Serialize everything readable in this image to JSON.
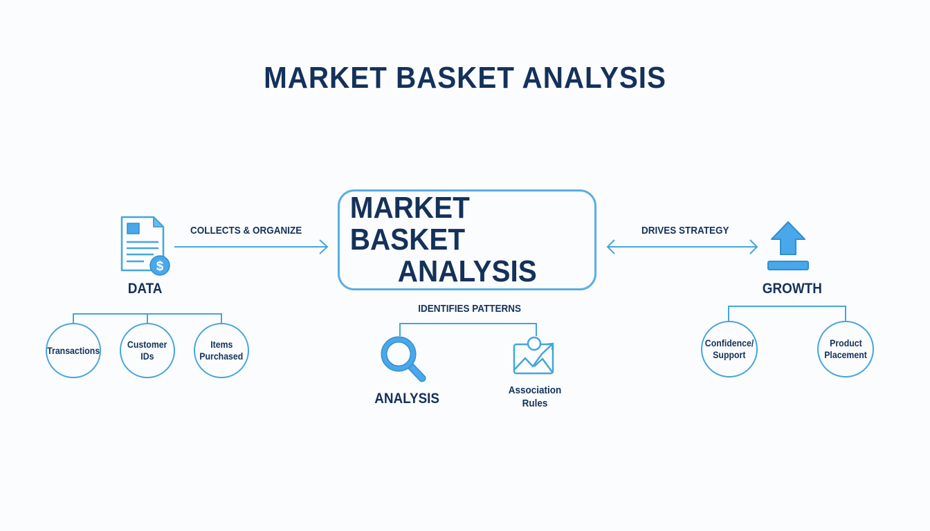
{
  "title": "MARKET BASKET ANALYSIS",
  "center": {
    "line1": "MARKET BASKET",
    "line2": "ANALYSIS"
  },
  "left": {
    "arrow_label": "COLLECTS & ORGANIZE",
    "icon": "document-dollar-icon",
    "label": "DATA",
    "children": [
      "Transactions",
      [
        "Customer",
        "IDs"
      ],
      [
        "Items",
        "Purchased"
      ]
    ]
  },
  "bottom": {
    "label": "IDENTIFIES PATTERNS",
    "analysis": {
      "icon": "magnifier-icon",
      "label": "ANALYSIS"
    },
    "rules": {
      "icon": "image-trend-icon",
      "line1": "Association",
      "line2": "Rules"
    }
  },
  "right": {
    "arrow_label": "DRIVES STRATEGY",
    "icon": "upload-arrow-icon",
    "label": "GROWTH",
    "children": [
      [
        "Confidence/",
        "Support"
      ],
      [
        "Product",
        "Placement"
      ]
    ]
  },
  "colors": {
    "navy": "#14315a",
    "accent": "#45a5dc",
    "fill": "#4aa8ea",
    "background": "#fbfcfd"
  }
}
